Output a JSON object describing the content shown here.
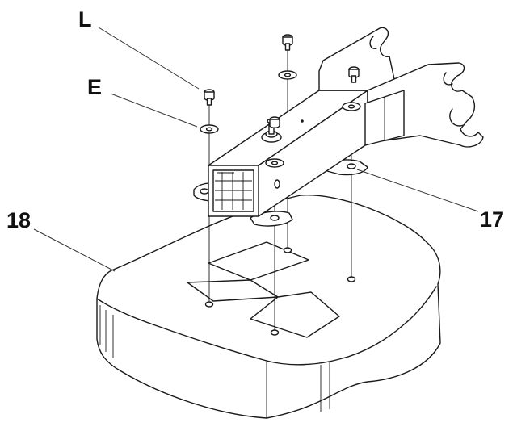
{
  "callouts": {
    "screw": "L",
    "washer": "E",
    "bracket": "17",
    "base": "18"
  },
  "colors": {
    "line": "#1a1a1a",
    "background": "#ffffff"
  }
}
